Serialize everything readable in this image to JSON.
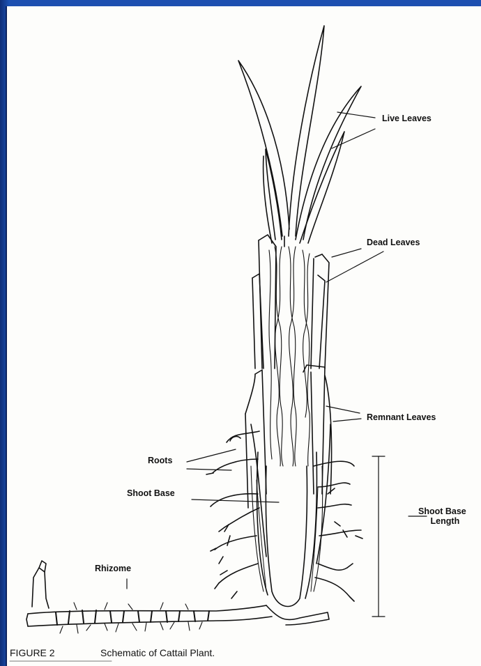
{
  "figure": {
    "labels": {
      "live_leaves": "Live Leaves",
      "dead_leaves": "Dead Leaves",
      "remnant_leaves": "Remnant Leaves",
      "roots": "Roots",
      "shoot_base": "Shoot Base",
      "shoot_base_length_line1": "Shoot Base",
      "shoot_base_length_line2": "Length",
      "rhizome": "Rhizome"
    },
    "caption": {
      "number": "FIGURE 2",
      "text": "Schematic of Cattail Plant."
    }
  }
}
